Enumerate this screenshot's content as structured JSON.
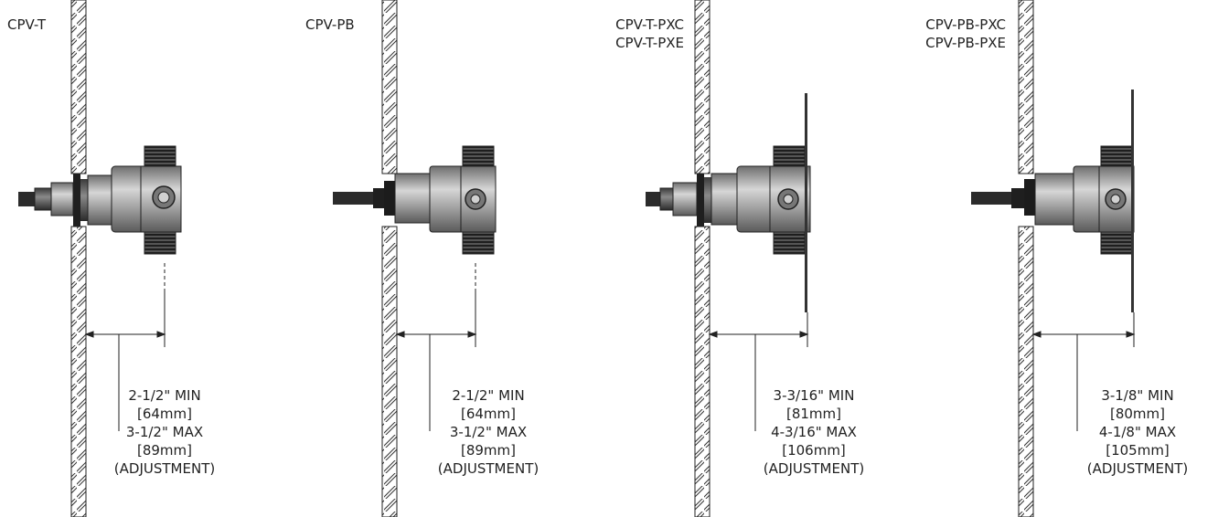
{
  "panels": [
    {
      "model_lines": [
        "CPV-T"
      ],
      "dimension_lines": [
        "2-1/2\" MIN",
        "[64mm]",
        "3-1/2\" MAX",
        "[89mm]",
        "(ADJUSTMENT)"
      ]
    },
    {
      "model_lines": [
        "CPV-PB"
      ],
      "dimension_lines": [
        "2-1/2\" MIN",
        "[64mm]",
        "3-1/2\" MAX",
        "[89mm]",
        "(ADJUSTMENT)"
      ]
    },
    {
      "model_lines": [
        "CPV-T-PXC",
        "CPV-T-PXE"
      ],
      "dimension_lines": [
        "3-3/16\" MIN",
        "[81mm]",
        "4-3/16\" MAX",
        "[106mm]",
        "(ADJUSTMENT)"
      ]
    },
    {
      "model_lines": [
        "CPV-PB-PXC",
        "CPV-PB-PXE"
      ],
      "dimension_lines": [
        "3-1/8\" MIN",
        "[80mm]",
        "4-1/8\" MAX",
        "[105mm]",
        "(ADJUSTMENT)"
      ]
    }
  ],
  "colors": {
    "line": "#222222",
    "body_dark": "#4a4a4a",
    "body_mid": "#8c8c8c",
    "body_light": "#bdbdbd",
    "thread": "#2e2e2e"
  }
}
